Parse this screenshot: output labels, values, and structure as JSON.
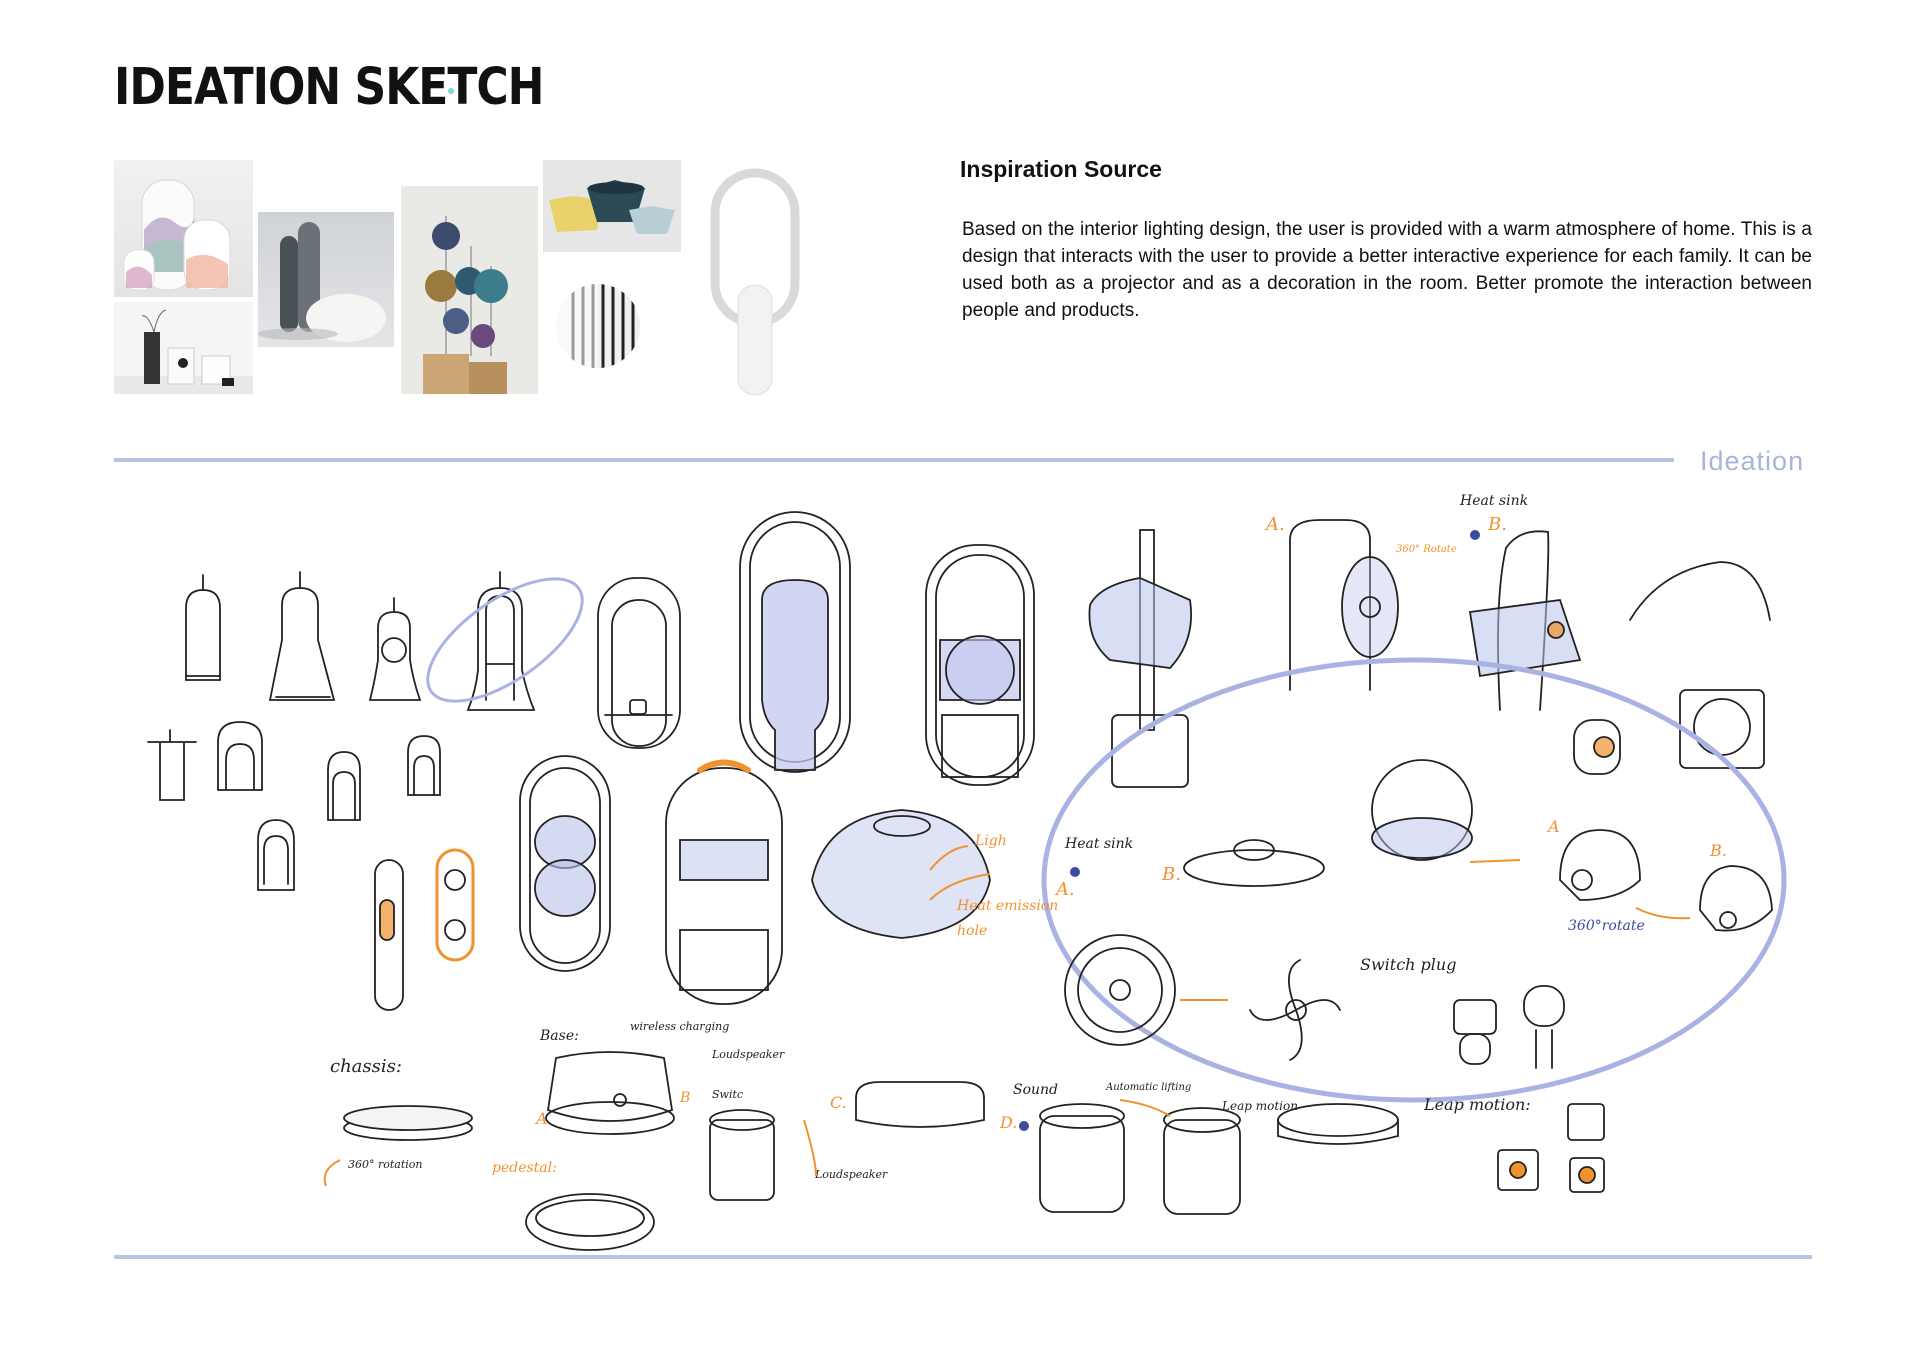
{
  "header": {
    "title": "IDEATION SKETCH"
  },
  "inspiration": {
    "heading": "Inspiration Source",
    "body": "Based on the interior lighting design, the user is provided with a warm atmosphere of home. This is a design that interacts with the user to provide a better interactive experience for each family. It can be used both as a projector and as a decoration in the room. Better promote the interaction between people and products."
  },
  "section": {
    "label": "Ideation"
  },
  "colors": {
    "accent_orange": "#f0922e",
    "sketch_blue": "#b8c2ea",
    "divider": "#b9c4e2",
    "ink": "#222222"
  },
  "annotations": {
    "heat_sink_top": "Heat sink",
    "marker_a": "A.",
    "marker_b": "B.",
    "rotate_small": "360° Rotate",
    "light": "Ligh",
    "heat_emission": "Heat emission",
    "hole": "hole",
    "heat_sink_mid": "Heat sink",
    "marker_a2": "A.",
    "marker_b2": "B.",
    "marker_a3": "A",
    "marker_b3": "B.",
    "rotate_360": "360°rotate",
    "switch_plug": "Switch plug",
    "chassis": "chassis:",
    "base": "Base:",
    "wireless": "wireless charging",
    "loudspeaker1": "Loudspeaker",
    "switch_small": "Switc",
    "loudspeaker2": "Loudspeaker",
    "rotation": "360° rotation",
    "pedestal": "pedestal:",
    "sound": "Sound",
    "auto_lifting": "Automatic lifting",
    "leap_motion1": "Leap motion",
    "leap_motion2": "Leap motion:",
    "marker_a4": "A",
    "marker_b4": "B",
    "marker_c": "C.",
    "marker_d": "D."
  }
}
